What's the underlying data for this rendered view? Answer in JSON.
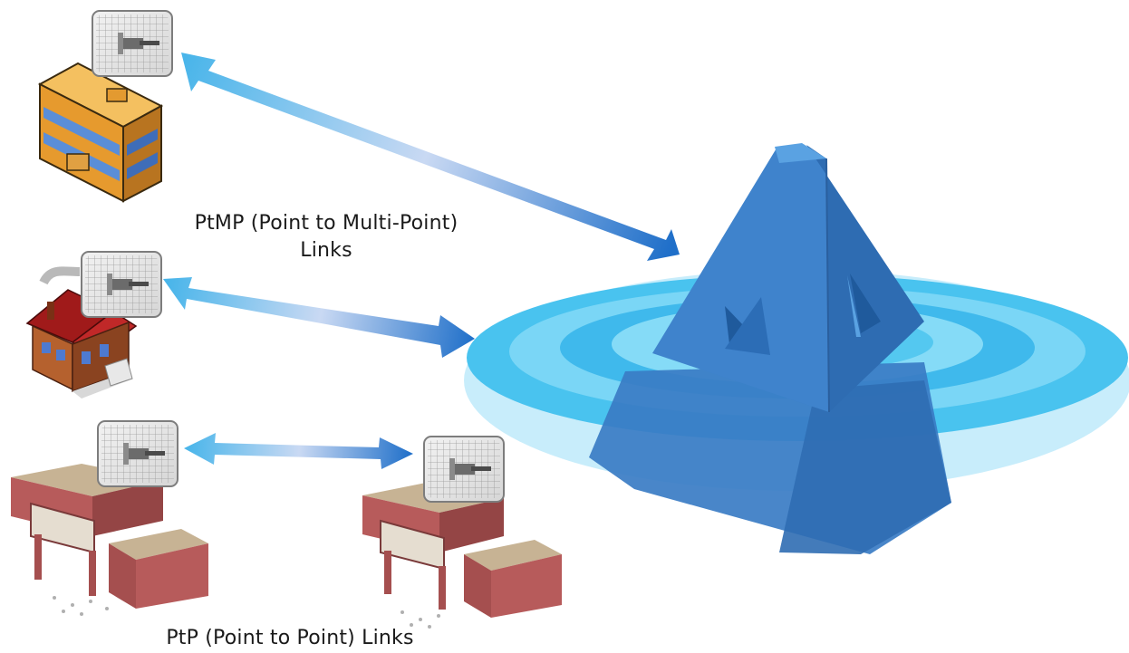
{
  "labels": {
    "ptmp_line1": "PtMP (Point to Multi-Point)",
    "ptmp_line2": "Links",
    "ptp": "PtP (Point to Point) Links"
  },
  "colors": {
    "link_arrow_dark": "#1f6fc9",
    "link_arrow_light": "#d8e4f6",
    "arrow_head": "#49b5ea",
    "pyramid": "#3578c0",
    "ripple": "#46c3ee",
    "building_orange": "#e6a43c",
    "house_roof": "#a51d1d",
    "warehouse_brick": "#b75b5b",
    "warehouse_roof": "#c6b296"
  },
  "nodes": [
    {
      "name": "office-building",
      "icon": "office-building-icon"
    },
    {
      "name": "house",
      "icon": "house-icon"
    },
    {
      "name": "warehouse-left",
      "icon": "warehouse-icon"
    },
    {
      "name": "warehouse-right",
      "icon": "warehouse-icon"
    },
    {
      "name": "base-station",
      "icon": "pyramid-base-station-icon"
    }
  ]
}
